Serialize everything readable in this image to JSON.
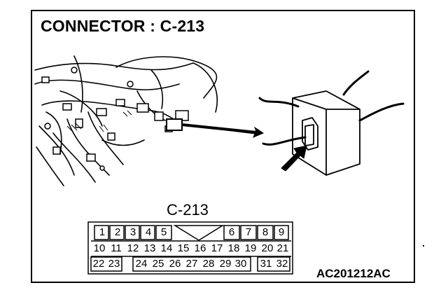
{
  "diagram": {
    "title": "CONNECTOR : C-213",
    "connector_label": "C-213",
    "reference_code": "AC201212AC",
    "pin_rows": [
      [
        "1",
        "2",
        "3",
        "4",
        "5",
        "6",
        "7",
        "8",
        "9"
      ],
      [
        "10",
        "11",
        "12",
        "13",
        "14",
        "15",
        "16",
        "17",
        "18",
        "19",
        "20",
        "21"
      ],
      [
        "22",
        "23",
        "24",
        "25",
        "26",
        "27",
        "28",
        "29",
        "30",
        "31",
        "32"
      ]
    ]
  }
}
